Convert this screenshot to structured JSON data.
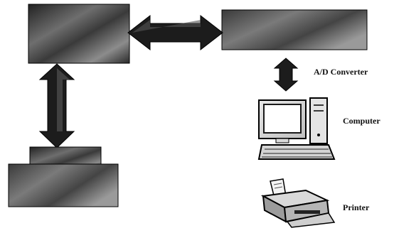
{
  "labels": {
    "ad_converter": "A/D Converter",
    "computer": "Computer",
    "printer": "Printer"
  },
  "colors": {
    "block_dark": "#2b2b2b",
    "block_light": "#8a8a8a",
    "arrow": "#1a1a1a",
    "outline": "#000000"
  },
  "icons": {
    "computer": "desktop-computer-icon",
    "printer": "printer-icon"
  }
}
